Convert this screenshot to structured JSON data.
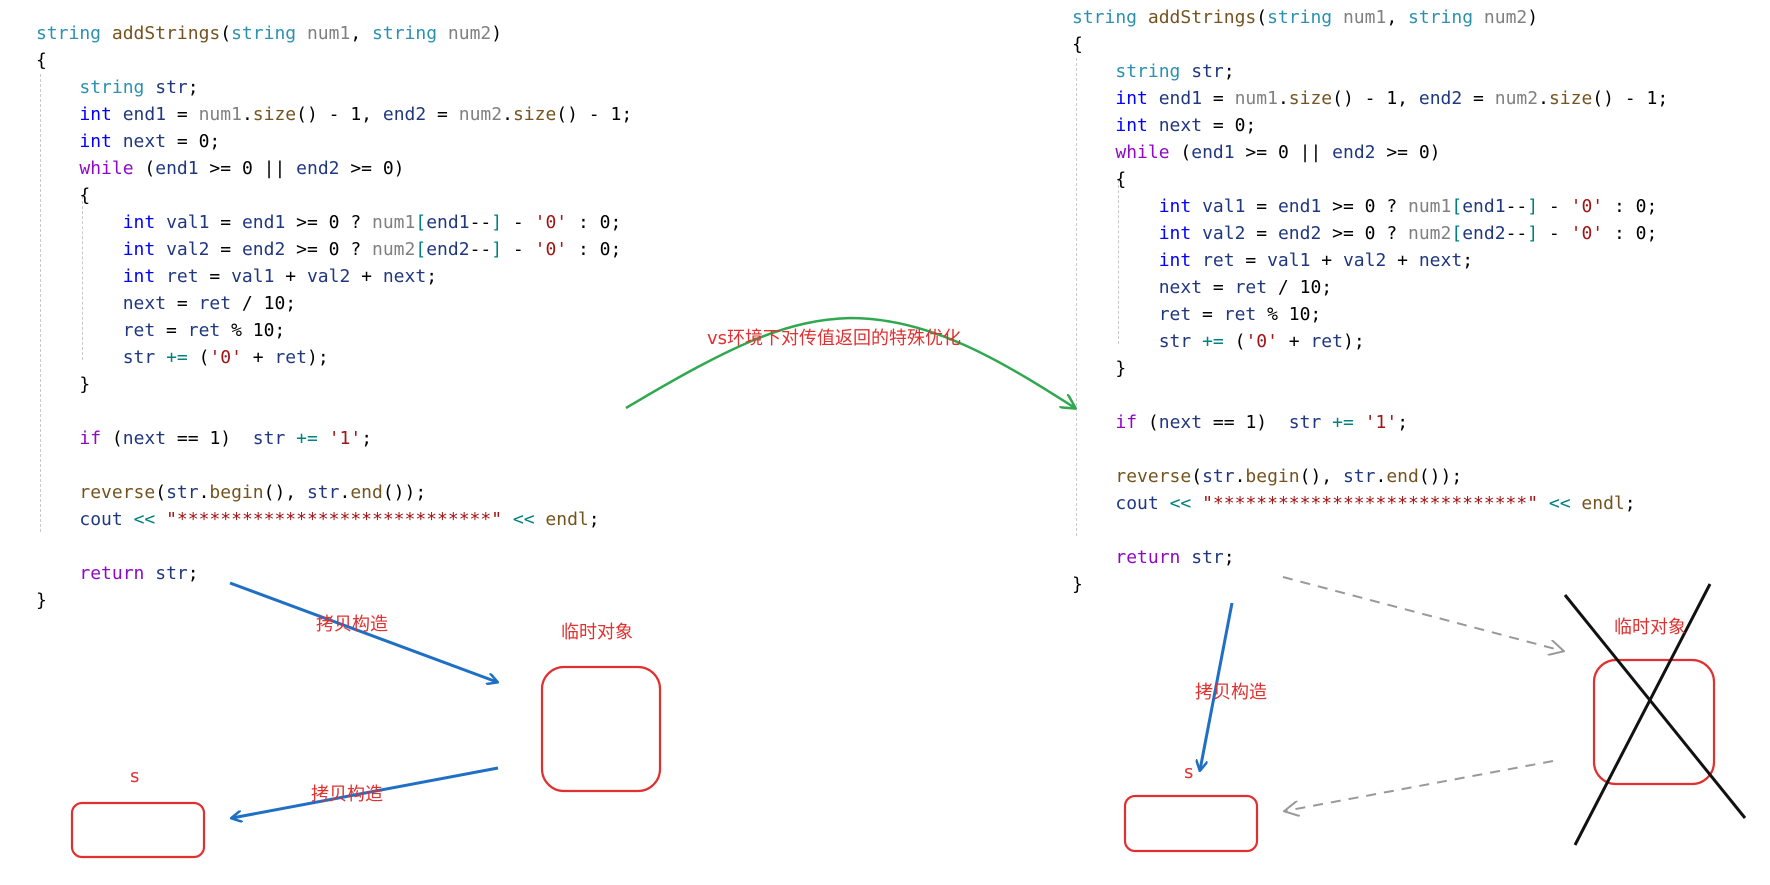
{
  "left_code": {
    "lines": [
      [
        [
          "ty",
          "string"
        ],
        [
          "txt",
          " "
        ],
        [
          "fn",
          "addStrings"
        ],
        [
          "txt",
          "("
        ],
        [
          "ty",
          "string"
        ],
        [
          "txt",
          " "
        ],
        [
          "prm",
          "num1"
        ],
        [
          "txt",
          ", "
        ],
        [
          "ty",
          "string"
        ],
        [
          "txt",
          " "
        ],
        [
          "prm",
          "num2"
        ],
        [
          "txt",
          ")"
        ]
      ],
      [
        [
          "txt",
          "{"
        ]
      ],
      [
        [
          "txt",
          "    "
        ],
        [
          "ty",
          "string"
        ],
        [
          "txt",
          " "
        ],
        [
          "var",
          "str"
        ],
        [
          "txt",
          ";"
        ]
      ],
      [
        [
          "txt",
          "    "
        ],
        [
          "kw",
          "int"
        ],
        [
          "txt",
          " "
        ],
        [
          "var",
          "end1"
        ],
        [
          "txt",
          " = "
        ],
        [
          "prm",
          "num1"
        ],
        [
          "txt",
          "."
        ],
        [
          "fn",
          "size"
        ],
        [
          "txt",
          "() - 1, "
        ],
        [
          "var",
          "end2"
        ],
        [
          "txt",
          " = "
        ],
        [
          "prm",
          "num2"
        ],
        [
          "txt",
          "."
        ],
        [
          "fn",
          "size"
        ],
        [
          "txt",
          "() - 1;"
        ]
      ],
      [
        [
          "txt",
          "    "
        ],
        [
          "kw",
          "int"
        ],
        [
          "txt",
          " "
        ],
        [
          "var",
          "next"
        ],
        [
          "txt",
          " = 0;"
        ]
      ],
      [
        [
          "txt",
          "    "
        ],
        [
          "ctl",
          "while"
        ],
        [
          "txt",
          " ("
        ],
        [
          "var",
          "end1"
        ],
        [
          "txt",
          " >= 0 || "
        ],
        [
          "var",
          "end2"
        ],
        [
          "txt",
          " >= 0)"
        ]
      ],
      [
        [
          "txt",
          "    {"
        ]
      ],
      [
        [
          "txt",
          "        "
        ],
        [
          "kw",
          "int"
        ],
        [
          "txt",
          " "
        ],
        [
          "var",
          "val1"
        ],
        [
          "txt",
          " = "
        ],
        [
          "var",
          "end1"
        ],
        [
          "txt",
          " >= 0 ? "
        ],
        [
          "prm",
          "num1"
        ],
        [
          "op",
          "["
        ],
        [
          "var",
          "end1"
        ],
        [
          "txt",
          "--"
        ],
        [
          "op",
          "]"
        ],
        [
          "txt",
          " - "
        ],
        [
          "str",
          "'0'"
        ],
        [
          "txt",
          " : 0;"
        ]
      ],
      [
        [
          "txt",
          "        "
        ],
        [
          "kw",
          "int"
        ],
        [
          "txt",
          " "
        ],
        [
          "var",
          "val2"
        ],
        [
          "txt",
          " = "
        ],
        [
          "var",
          "end2"
        ],
        [
          "txt",
          " >= 0 ? "
        ],
        [
          "prm",
          "num2"
        ],
        [
          "op",
          "["
        ],
        [
          "var",
          "end2"
        ],
        [
          "txt",
          "--"
        ],
        [
          "op",
          "]"
        ],
        [
          "txt",
          " - "
        ],
        [
          "str",
          "'0'"
        ],
        [
          "txt",
          " : 0;"
        ]
      ],
      [
        [
          "txt",
          "        "
        ],
        [
          "kw",
          "int"
        ],
        [
          "txt",
          " "
        ],
        [
          "var",
          "ret"
        ],
        [
          "txt",
          " = "
        ],
        [
          "var",
          "val1"
        ],
        [
          "txt",
          " + "
        ],
        [
          "var",
          "val2"
        ],
        [
          "txt",
          " + "
        ],
        [
          "var",
          "next"
        ],
        [
          "txt",
          ";"
        ]
      ],
      [
        [
          "txt",
          "        "
        ],
        [
          "var",
          "next"
        ],
        [
          "txt",
          " = "
        ],
        [
          "var",
          "ret"
        ],
        [
          "txt",
          " / 10;"
        ]
      ],
      [
        [
          "txt",
          "        "
        ],
        [
          "var",
          "ret"
        ],
        [
          "txt",
          " = "
        ],
        [
          "var",
          "ret"
        ],
        [
          "txt",
          " % 10;"
        ]
      ],
      [
        [
          "txt",
          "        "
        ],
        [
          "var",
          "str"
        ],
        [
          "txt",
          " "
        ],
        [
          "op",
          "+="
        ],
        [
          "txt",
          " ("
        ],
        [
          "str",
          "'0'"
        ],
        [
          "txt",
          " + "
        ],
        [
          "var",
          "ret"
        ],
        [
          "txt",
          ");"
        ]
      ],
      [
        [
          "txt",
          "    }"
        ]
      ],
      [],
      [
        [
          "txt",
          "    "
        ],
        [
          "ctl",
          "if"
        ],
        [
          "txt",
          " ("
        ],
        [
          "var",
          "next"
        ],
        [
          "txt",
          " == 1)  "
        ],
        [
          "var",
          "str"
        ],
        [
          "txt",
          " "
        ],
        [
          "op",
          "+="
        ],
        [
          "txt",
          " "
        ],
        [
          "str",
          "'1'"
        ],
        [
          "txt",
          ";"
        ]
      ],
      [],
      [
        [
          "txt",
          "    "
        ],
        [
          "fn",
          "reverse"
        ],
        [
          "txt",
          "("
        ],
        [
          "var",
          "str"
        ],
        [
          "txt",
          "."
        ],
        [
          "fn",
          "begin"
        ],
        [
          "txt",
          "(), "
        ],
        [
          "var",
          "str"
        ],
        [
          "txt",
          "."
        ],
        [
          "fn",
          "end"
        ],
        [
          "txt",
          "());"
        ]
      ],
      [
        [
          "txt",
          "    "
        ],
        [
          "var",
          "cout"
        ],
        [
          "txt",
          " "
        ],
        [
          "op",
          "<<"
        ],
        [
          "txt",
          " "
        ],
        [
          "str",
          "\"*****************************\""
        ],
        [
          "txt",
          " "
        ],
        [
          "op",
          "<<"
        ],
        [
          "txt",
          " "
        ],
        [
          "fn",
          "endl"
        ],
        [
          "txt",
          ";"
        ]
      ],
      [],
      [
        [
          "txt",
          "    "
        ],
        [
          "ctl",
          "return"
        ],
        [
          "txt",
          " "
        ],
        [
          "var",
          "str"
        ],
        [
          "txt",
          ";"
        ]
      ],
      [
        [
          "txt",
          "}"
        ]
      ]
    ]
  },
  "right_code": {
    "lines": [
      [
        [
          "ty",
          "string"
        ],
        [
          "txt",
          " "
        ],
        [
          "fn",
          "addStrings"
        ],
        [
          "txt",
          "("
        ],
        [
          "ty",
          "string"
        ],
        [
          "txt",
          " "
        ],
        [
          "prm",
          "num1"
        ],
        [
          "txt",
          ", "
        ],
        [
          "ty",
          "string"
        ],
        [
          "txt",
          " "
        ],
        [
          "prm",
          "num2"
        ],
        [
          "txt",
          ")"
        ]
      ],
      [
        [
          "txt",
          "{"
        ]
      ],
      [
        [
          "txt",
          "    "
        ],
        [
          "ty",
          "string"
        ],
        [
          "txt",
          " "
        ],
        [
          "var",
          "str"
        ],
        [
          "txt",
          ";"
        ]
      ],
      [
        [
          "txt",
          "    "
        ],
        [
          "kw",
          "int"
        ],
        [
          "txt",
          " "
        ],
        [
          "var",
          "end1"
        ],
        [
          "txt",
          " = "
        ],
        [
          "prm",
          "num1"
        ],
        [
          "txt",
          "."
        ],
        [
          "fn",
          "size"
        ],
        [
          "txt",
          "() - 1, "
        ],
        [
          "var",
          "end2"
        ],
        [
          "txt",
          " = "
        ],
        [
          "prm",
          "num2"
        ],
        [
          "txt",
          "."
        ],
        [
          "fn",
          "size"
        ],
        [
          "txt",
          "() - 1;"
        ]
      ],
      [
        [
          "txt",
          "    "
        ],
        [
          "kw",
          "int"
        ],
        [
          "txt",
          " "
        ],
        [
          "var",
          "next"
        ],
        [
          "txt",
          " = 0;"
        ]
      ],
      [
        [
          "txt",
          "    "
        ],
        [
          "ctl",
          "while"
        ],
        [
          "txt",
          " ("
        ],
        [
          "var",
          "end1"
        ],
        [
          "txt",
          " >= 0 || "
        ],
        [
          "var",
          "end2"
        ],
        [
          "txt",
          " >= 0)"
        ]
      ],
      [
        [
          "txt",
          "    {"
        ]
      ],
      [
        [
          "txt",
          "        "
        ],
        [
          "kw",
          "int"
        ],
        [
          "txt",
          " "
        ],
        [
          "var",
          "val1"
        ],
        [
          "txt",
          " = "
        ],
        [
          "var",
          "end1"
        ],
        [
          "txt",
          " >= 0 ? "
        ],
        [
          "prm",
          "num1"
        ],
        [
          "op",
          "["
        ],
        [
          "var",
          "end1"
        ],
        [
          "txt",
          "--"
        ],
        [
          "op",
          "]"
        ],
        [
          "txt",
          " - "
        ],
        [
          "str",
          "'0'"
        ],
        [
          "txt",
          " : 0;"
        ]
      ],
      [
        [
          "txt",
          "        "
        ],
        [
          "kw",
          "int"
        ],
        [
          "txt",
          " "
        ],
        [
          "var",
          "val2"
        ],
        [
          "txt",
          " = "
        ],
        [
          "var",
          "end2"
        ],
        [
          "txt",
          " >= 0 ? "
        ],
        [
          "prm",
          "num2"
        ],
        [
          "op",
          "["
        ],
        [
          "var",
          "end2"
        ],
        [
          "txt",
          "--"
        ],
        [
          "op",
          "]"
        ],
        [
          "txt",
          " - "
        ],
        [
          "str",
          "'0'"
        ],
        [
          "txt",
          " : 0;"
        ]
      ],
      [
        [
          "txt",
          "        "
        ],
        [
          "kw",
          "int"
        ],
        [
          "txt",
          " "
        ],
        [
          "var",
          "ret"
        ],
        [
          "txt",
          " = "
        ],
        [
          "var",
          "val1"
        ],
        [
          "txt",
          " + "
        ],
        [
          "var",
          "val2"
        ],
        [
          "txt",
          " + "
        ],
        [
          "var",
          "next"
        ],
        [
          "txt",
          ";"
        ]
      ],
      [
        [
          "txt",
          "        "
        ],
        [
          "var",
          "next"
        ],
        [
          "txt",
          " = "
        ],
        [
          "var",
          "ret"
        ],
        [
          "txt",
          " / 10;"
        ]
      ],
      [
        [
          "txt",
          "        "
        ],
        [
          "var",
          "ret"
        ],
        [
          "txt",
          " = "
        ],
        [
          "var",
          "ret"
        ],
        [
          "txt",
          " % 10;"
        ]
      ],
      [
        [
          "txt",
          "        "
        ],
        [
          "var",
          "str"
        ],
        [
          "txt",
          " "
        ],
        [
          "op",
          "+="
        ],
        [
          "txt",
          " ("
        ],
        [
          "str",
          "'0'"
        ],
        [
          "txt",
          " + "
        ],
        [
          "var",
          "ret"
        ],
        [
          "txt",
          ");"
        ]
      ],
      [
        [
          "txt",
          "    }"
        ]
      ],
      [],
      [
        [
          "txt",
          "    "
        ],
        [
          "ctl",
          "if"
        ],
        [
          "txt",
          " ("
        ],
        [
          "var",
          "next"
        ],
        [
          "txt",
          " == 1)  "
        ],
        [
          "var",
          "str"
        ],
        [
          "txt",
          " "
        ],
        [
          "op",
          "+="
        ],
        [
          "txt",
          " "
        ],
        [
          "str",
          "'1'"
        ],
        [
          "txt",
          ";"
        ]
      ],
      [],
      [
        [
          "txt",
          "    "
        ],
        [
          "fn",
          "reverse"
        ],
        [
          "txt",
          "("
        ],
        [
          "var",
          "str"
        ],
        [
          "txt",
          "."
        ],
        [
          "fn",
          "begin"
        ],
        [
          "txt",
          "(), "
        ],
        [
          "var",
          "str"
        ],
        [
          "txt",
          "."
        ],
        [
          "fn",
          "end"
        ],
        [
          "txt",
          "());"
        ]
      ],
      [
        [
          "txt",
          "    "
        ],
        [
          "var",
          "cout"
        ],
        [
          "txt",
          " "
        ],
        [
          "op",
          "<<"
        ],
        [
          "txt",
          " "
        ],
        [
          "str",
          "\"*****************************\""
        ],
        [
          "txt",
          " "
        ],
        [
          "op",
          "<<"
        ],
        [
          "txt",
          " "
        ],
        [
          "fn",
          "endl"
        ],
        [
          "txt",
          ";"
        ]
      ],
      [],
      [
        [
          "txt",
          "    "
        ],
        [
          "ctl",
          "return"
        ],
        [
          "txt",
          " "
        ],
        [
          "var",
          "str"
        ],
        [
          "txt",
          ";"
        ]
      ],
      [
        [
          "txt",
          "}"
        ]
      ]
    ]
  },
  "annotations": {
    "left_copy_top": "拷贝构造",
    "left_temp_label": "临时对象",
    "left_copy_bottom": "拷贝构造",
    "left_s_label": "s",
    "optimization_label": "vs环境下对传值返回的特殊优化",
    "right_copy": "拷贝构造",
    "right_temp_label": "临时对象",
    "right_s_label": "s"
  },
  "colors": {
    "blue_arrow": "#1f6fc4",
    "green_arrow": "#2fa84f",
    "red_box": "#e03030",
    "gray_dashed": "#999999",
    "cross": "#111111"
  }
}
